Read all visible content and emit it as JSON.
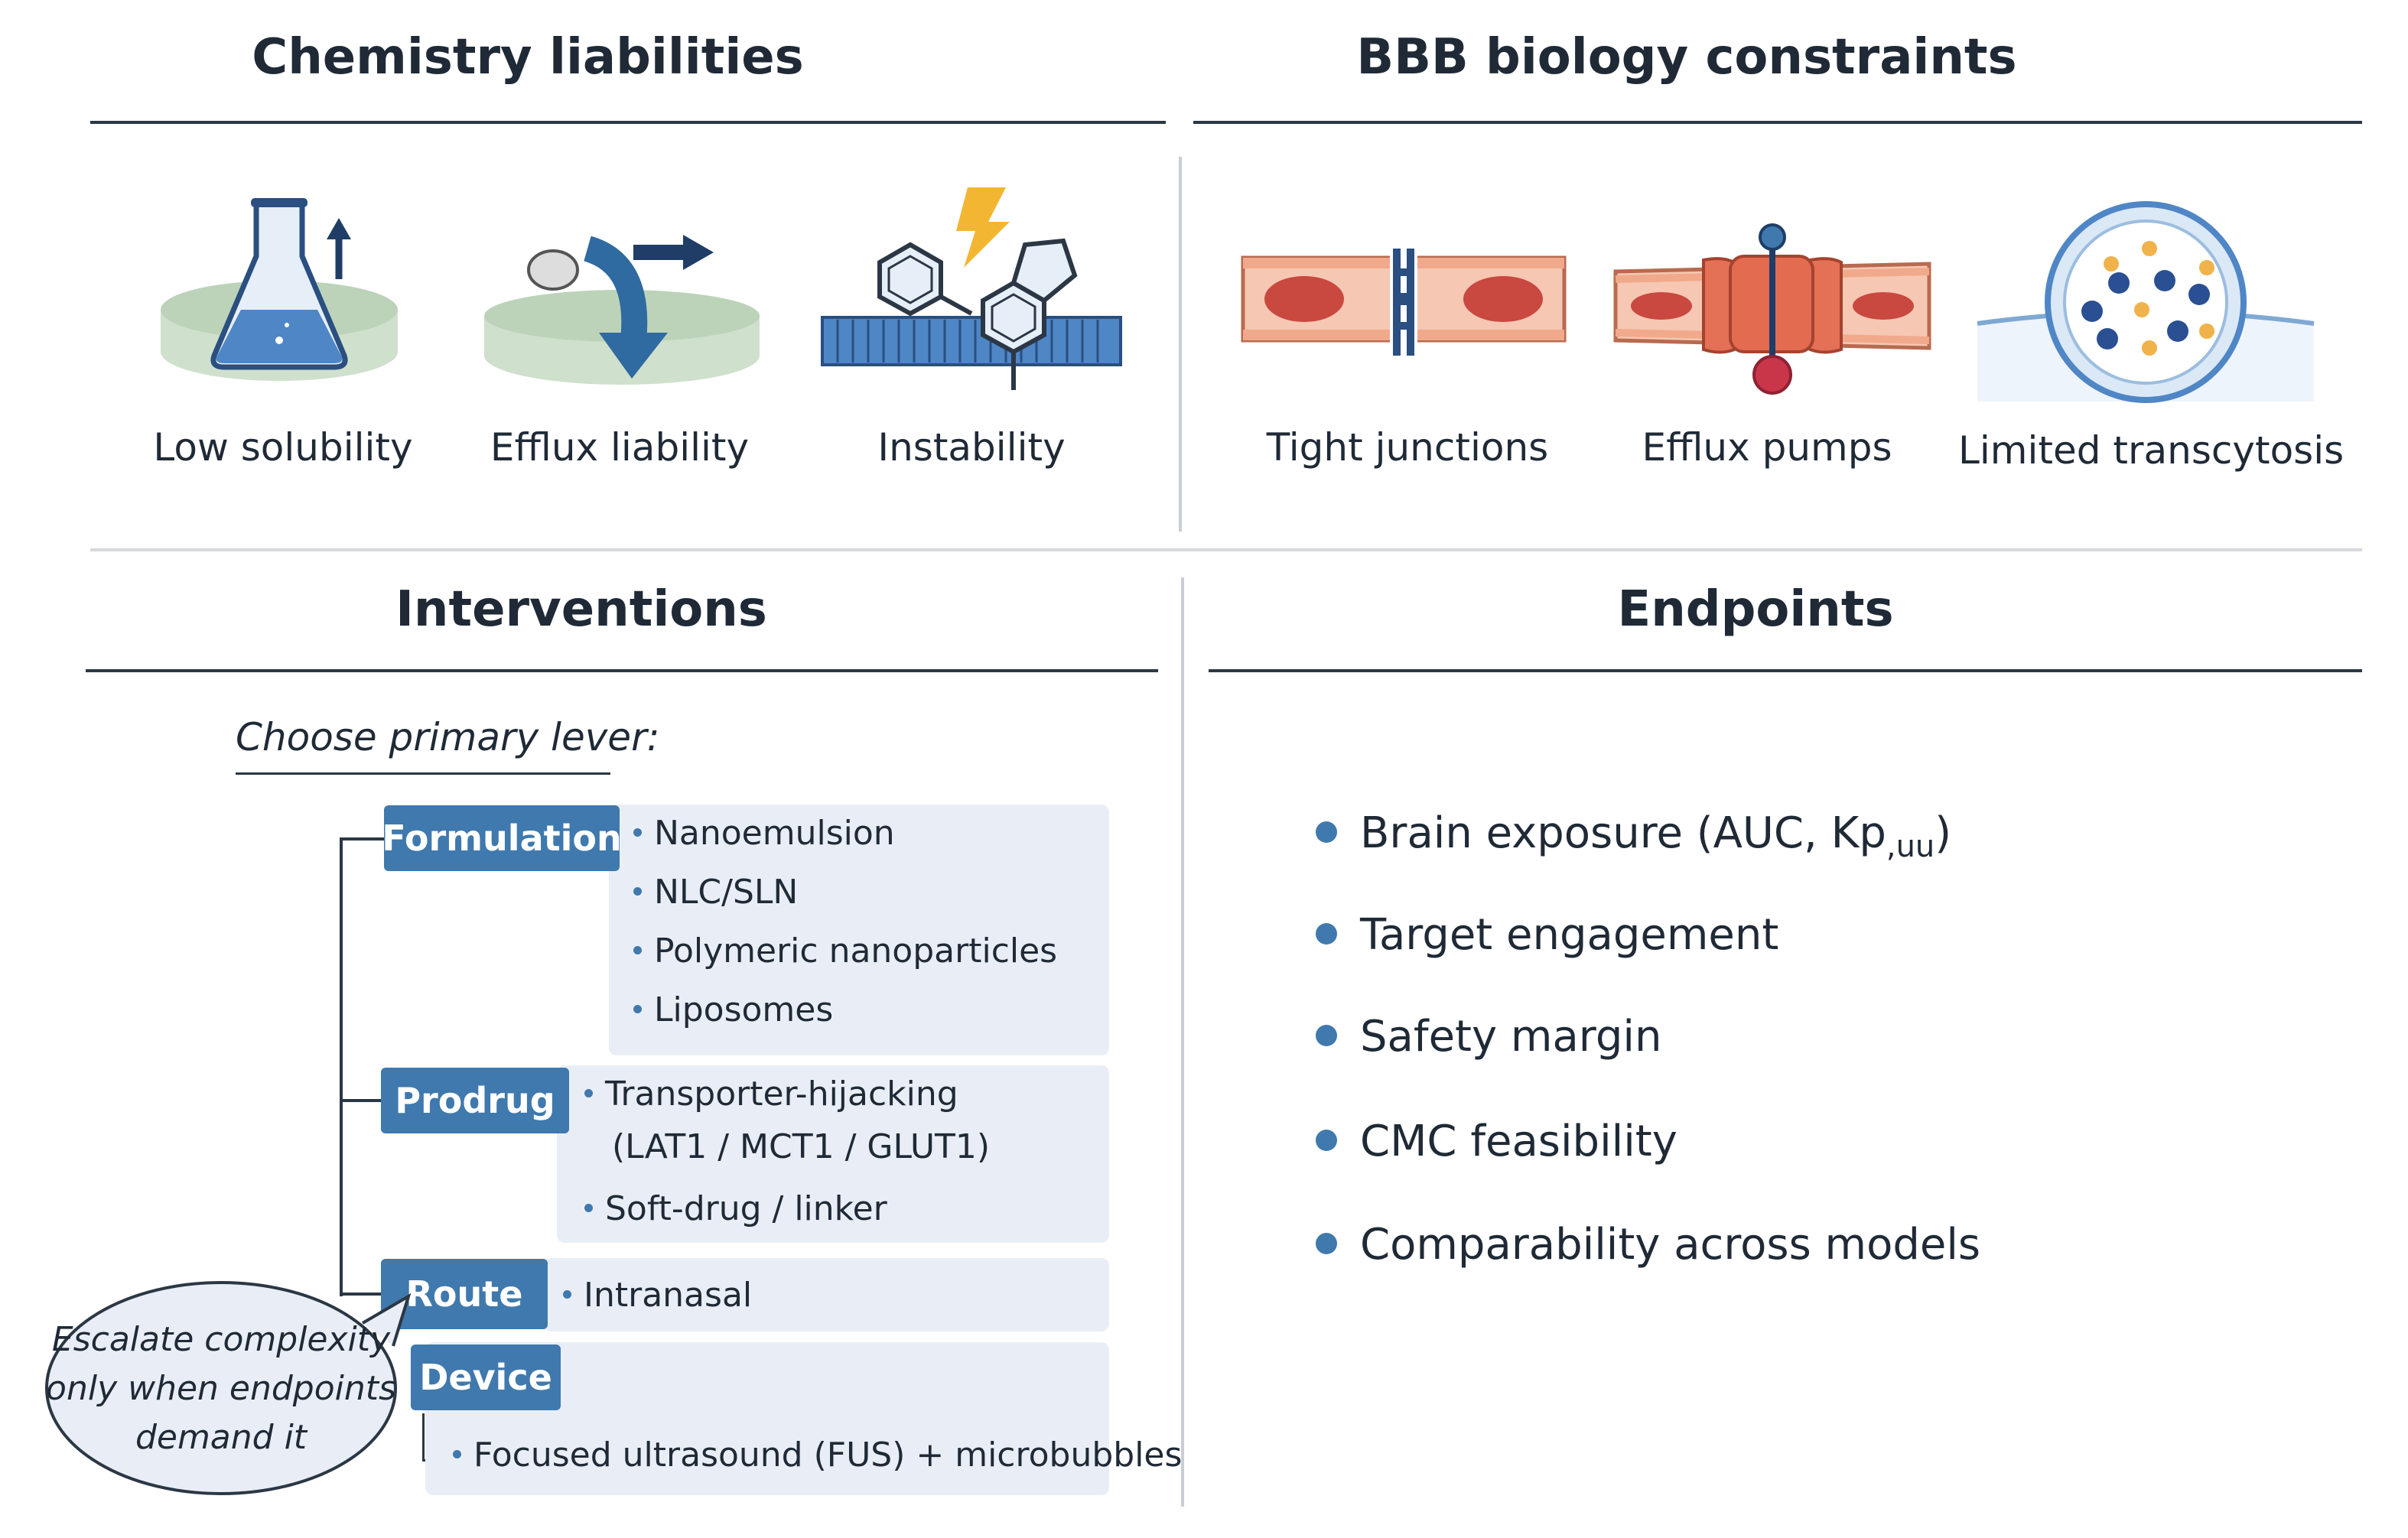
{
  "sections": {
    "chemistry": {
      "title": "Chemistry liabilities",
      "items": [
        {
          "label": "Low solubility",
          "icon": "flask-icon"
        },
        {
          "label": "Efflux liability",
          "icon": "efflux-arrow-icon"
        },
        {
          "label": "Instability",
          "icon": "molecule-lightning-icon"
        }
      ]
    },
    "bbb": {
      "title": "BBB biology constraints",
      "items": [
        {
          "label": "Tight junctions",
          "icon": "tight-junction-icon"
        },
        {
          "label": "Efflux pumps",
          "icon": "efflux-pump-icon"
        },
        {
          "label": "Limited transcytosis",
          "icon": "vesicle-icon"
        }
      ]
    },
    "interventions": {
      "title": "Interventions",
      "prompt": "Choose primary lever:",
      "levers": [
        {
          "tag": "Formulation",
          "items": [
            "Nanoemulsion",
            "NLC/SLN",
            "Polymeric nanoparticles",
            "Liposomes"
          ]
        },
        {
          "tag": "Prodrug",
          "items": [
            "Transporter-hijacking",
            "(LAT1 / MCT1 / GLUT1)",
            "Soft-drug / linker"
          ]
        },
        {
          "tag": "Route",
          "items": [
            "Intranasal"
          ]
        },
        {
          "tag": "Device",
          "items": [
            "Focused ultrasound (FUS) + microbubbles"
          ]
        }
      ],
      "callout": [
        "Escalate complexity",
        "only when endpoints",
        "demand it"
      ]
    },
    "endpoints": {
      "title": "Endpoints",
      "items": [
        {
          "text": "Brain exposure (AUC, Kp",
          "sub": ",uu",
          "after": ")"
        },
        {
          "text": "Target engagement"
        },
        {
          "text": "Safety margin"
        },
        {
          "text": "CMC feasibility"
        },
        {
          "text": "Comparability across models"
        }
      ]
    }
  },
  "colors": {
    "accent": "#3f79ad",
    "panel": "#e9eef6",
    "text": "#1f2a36",
    "vessel": "#f2b8a2",
    "cell": "#c9483f"
  }
}
